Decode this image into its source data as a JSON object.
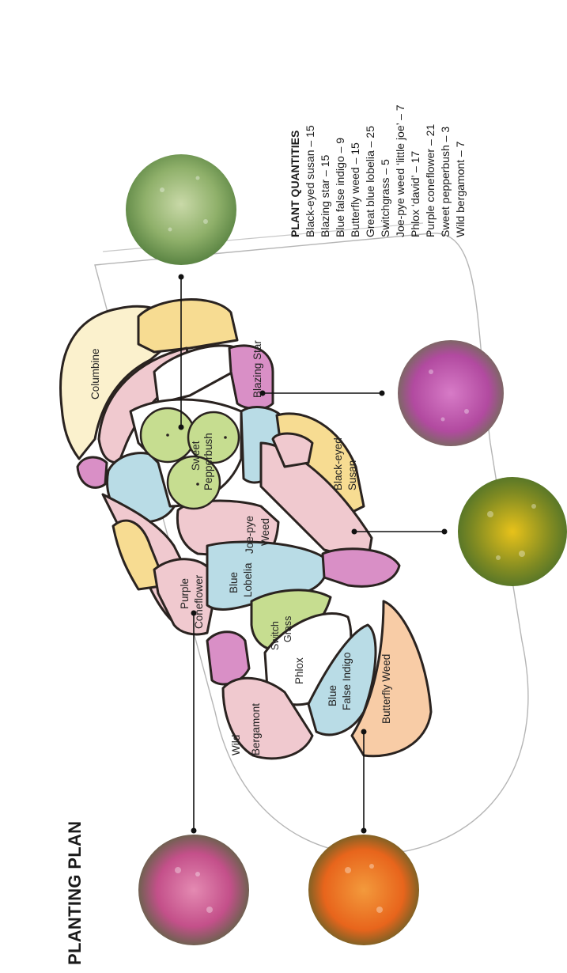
{
  "title": "PLANTING PLAN",
  "quantities": {
    "heading": "PLANT QUANTITIES",
    "items": [
      "Black-eyed susan – 15",
      "Blazing star – 15",
      "Blue false indigo – 9",
      "Butterfly weed – 15",
      "Great blue lobelia – 25",
      "Switchgrass – 5",
      "Joe-pye weed ‘little joe’ – 7",
      "Phlox ‘david’ – 17",
      "Purple coneflower – 21",
      "Sweet pepperbush – 3",
      "Wild bergamont – 7"
    ]
  },
  "plan_labels": {
    "columbine": "Columbine",
    "sweet": "Sweet",
    "pepperbush": "Pepperbush",
    "blazing_star": "Blazing Star",
    "black_eyed": "Black-eyed",
    "susan": "Susan",
    "joe_pye": "Joe-pye",
    "weed": "Weed",
    "purple": "Purple",
    "coneflower": "Coneflower",
    "blue_lobelia_1": "Blue",
    "blue_lobelia_2": "Lobelia",
    "switch": "Switch",
    "grass": "Grass",
    "phlox": "Phlox",
    "blue_false_1": "Blue",
    "blue_false_2": "False Indigo",
    "butterfly_weed": "Butterfly Weed",
    "wild": "Wild",
    "bergamont": "Bergamont"
  },
  "photos": [
    {
      "subject": "pepperbush-photo",
      "colors": [
        "#4e7a3a",
        "#8fb06a",
        "#c9d9a8"
      ]
    },
    {
      "subject": "blazing-star-photo",
      "colors": [
        "#5a7a3e",
        "#b24aa0",
        "#d77bc7"
      ]
    },
    {
      "subject": "black-eyed-susan-photo",
      "colors": [
        "#3f6a2c",
        "#e8c21a",
        "#3a2a10"
      ]
    },
    {
      "subject": "butterfly-weed-photo",
      "colors": [
        "#3b5f2a",
        "#e8651c",
        "#f39a3c"
      ]
    },
    {
      "subject": "coneflower-photo",
      "colors": [
        "#3f6a30",
        "#c4508a",
        "#e48ab2"
      ]
    }
  ],
  "colors": {
    "pink": "#f0c9cf",
    "blue": "#b9dce6",
    "yellow": "#f7dc92",
    "magenta": "#d98fc6",
    "green": "#c6dd90",
    "peach": "#f8cca6",
    "cream": "#fbf1cd",
    "white": "#ffffff"
  }
}
